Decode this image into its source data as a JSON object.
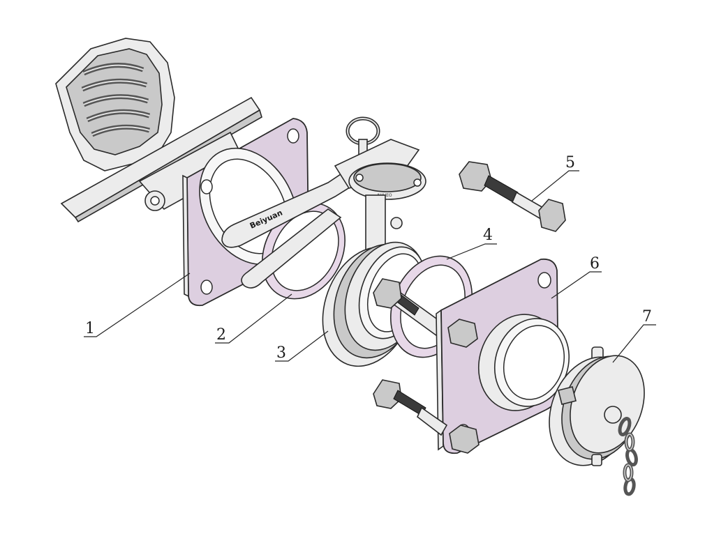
{
  "diagram": {
    "callouts": [
      {
        "id": "1",
        "label": "1"
      },
      {
        "id": "2",
        "label": "2"
      },
      {
        "id": "3",
        "label": "3"
      },
      {
        "id": "4",
        "label": "4"
      },
      {
        "id": "5",
        "label": "5"
      },
      {
        "id": "6",
        "label": "6"
      },
      {
        "id": "7",
        "label": "7"
      }
    ],
    "handle_brand": "Beiyuan",
    "valve_marking": "AHHEO",
    "colors": {
      "gasket": "#e7d8e8",
      "flange_face": "#ddcfe0",
      "steel": "#ececec",
      "line": "#2a2a2a"
    },
    "icons": [
      "emergency-valve-icon",
      "gasket-icon",
      "butterfly-valve-icon",
      "gasket-icon",
      "bolt-icon",
      "flange-adapter-icon",
      "dust-cap-icon"
    ]
  }
}
